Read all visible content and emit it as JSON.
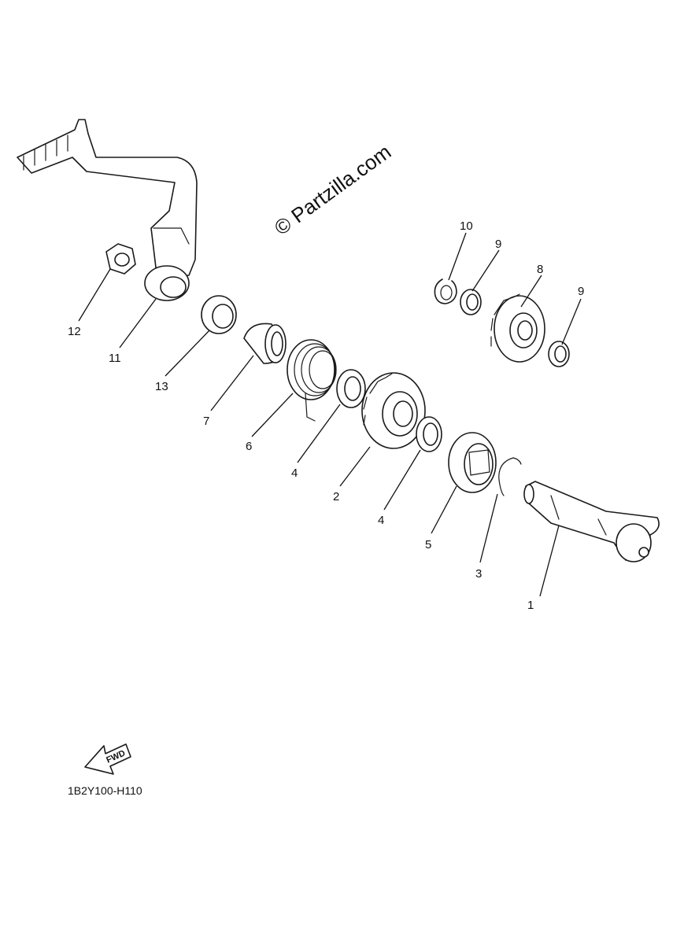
{
  "watermark": "© Partzilla.com",
  "diagram_code": "1B2Y100-H110",
  "fwd_label": "FWD",
  "callouts": {
    "c1": "1",
    "c2": "2",
    "c3": "3",
    "c4a": "4",
    "c4b": "4",
    "c5": "5",
    "c6": "6",
    "c7": "7",
    "c8": "8",
    "c9a": "9",
    "c9b": "9",
    "c10": "10",
    "c11": "11",
    "c12": "12",
    "c13": "13"
  }
}
